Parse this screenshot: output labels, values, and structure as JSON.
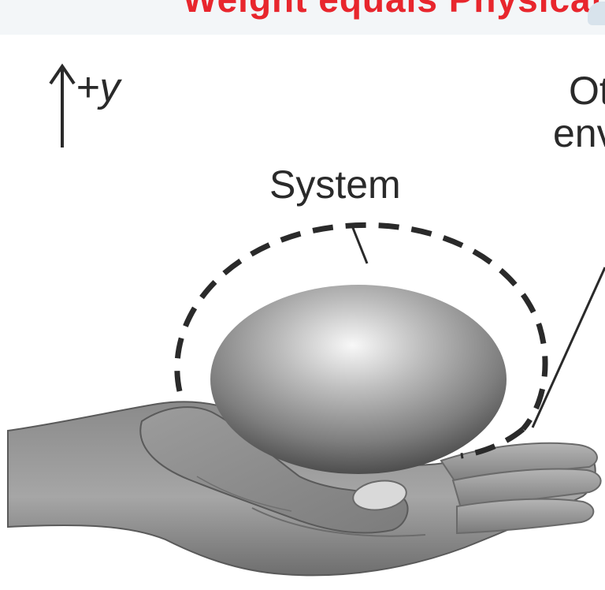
{
  "header": {
    "title": "Weight equals Physical"
  },
  "figure": {
    "axis_label": "+y",
    "system_label": "System",
    "right_label_line1": "Other objects",
    "right_label_line2": "environment"
  },
  "icons": {
    "axis_arrow": "up-arrow-icon",
    "boundary": "dashed-circle-boundary",
    "ball": "sphere-icon",
    "hand": "open-hand-icon"
  },
  "colors": {
    "title_red": "#e8262d",
    "ink": "#2a2a2a"
  }
}
